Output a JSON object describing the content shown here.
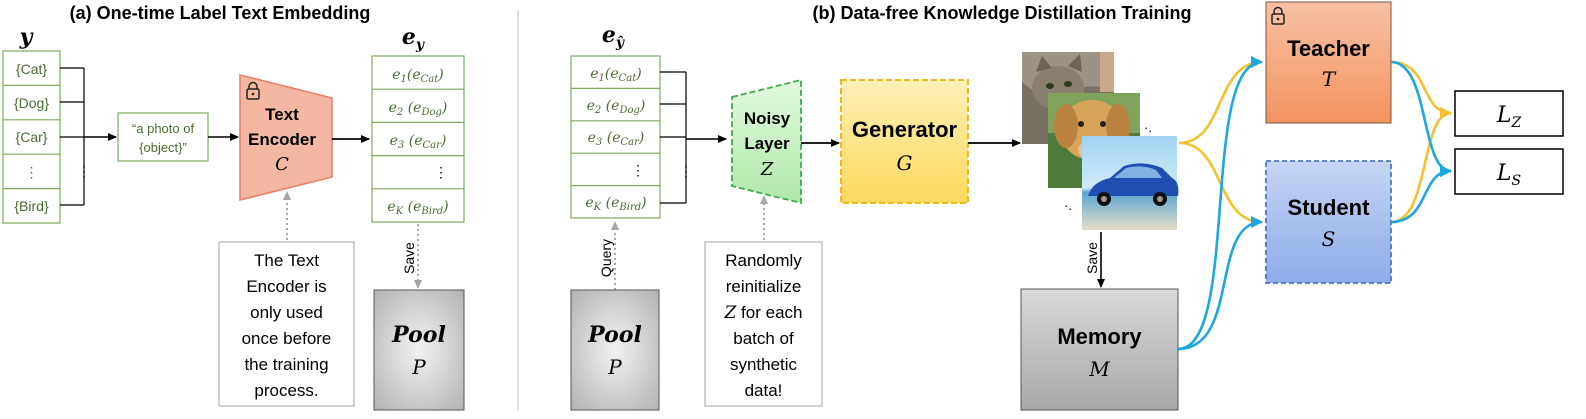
{
  "titles": {
    "part_a": "(a) One-time Label Text Embedding",
    "part_b": "(b) Data-free Knowledge Distillation Training"
  },
  "labels_column": {
    "symbol": "y",
    "items": [
      "{Cat}",
      "{Dog}",
      "{Car}",
      "⋮",
      "{Bird}"
    ]
  },
  "template": {
    "line1": "“a photo of",
    "line2": "{object}”"
  },
  "text_encoder": {
    "line1": "Text",
    "line2": "Encoder",
    "symbol": "C",
    "lock": "lock-icon"
  },
  "embedding_column_a": {
    "symbol": "e",
    "subscript": "y",
    "items": [
      {
        "e": "e",
        "k": "1",
        "label": "Cat"
      },
      {
        "e": "e",
        "k": "2",
        "label": "Dog"
      },
      {
        "e": "e",
        "k": "3",
        "label": "Car"
      },
      {
        "e": "",
        "k": "",
        "label": ""
      },
      {
        "e": "e",
        "k": "K",
        "label": "Bird"
      }
    ],
    "dots": "⋮"
  },
  "note_a": {
    "lines": [
      "The Text",
      "Encoder is",
      "only used",
      "once before",
      "the training",
      "process."
    ]
  },
  "save_label_a": "Save",
  "pool_a": {
    "title": "Pool",
    "symbol": "P"
  },
  "embedding_column_b": {
    "symbol": "e",
    "subscript": "ŷ",
    "items": [
      {
        "e": "e",
        "k": "1",
        "label": "Cat"
      },
      {
        "e": "e",
        "k": "2",
        "label": "Dog"
      },
      {
        "e": "e",
        "k": "3",
        "label": "Car"
      },
      {
        "e": "",
        "k": "",
        "label": ""
      },
      {
        "e": "e",
        "k": "K",
        "label": "Bird"
      }
    ],
    "dots": "⋮"
  },
  "query_label": "Query",
  "pool_b": {
    "title": "Pool",
    "symbol": "P"
  },
  "noisy_layer": {
    "line1": "Noisy",
    "line2": "Layer",
    "symbol": "Z"
  },
  "note_b": {
    "lines": [
      "Randomly",
      "reinitialize",
      "for each",
      "batch of",
      "synthetic",
      "data!"
    ],
    "symbol": "Z"
  },
  "generator": {
    "title": "Generator",
    "symbol": "G"
  },
  "images": [
    "cat-photo",
    "dog-photo",
    "car-photo"
  ],
  "save_label_b": "Save",
  "memory": {
    "title": "Memory",
    "symbol": "M"
  },
  "teacher": {
    "title": "Teacher",
    "symbol": "T",
    "lock": "lock-icon"
  },
  "student": {
    "title": "Student",
    "symbol": "S"
  },
  "loss_z": {
    "symbol": "L",
    "subscript": "Z"
  },
  "loss_s": {
    "symbol": "L",
    "subscript": "S"
  },
  "colors": {
    "green_border": "#7daa5c",
    "encoder_fill": "#f4b7a1",
    "encoder_border": "#e8826b",
    "noisy_fill": "#c9f2c5",
    "noisy_border": "#3eaa4a",
    "generator_fill": "#fde58a",
    "generator_border": "#e9b91f",
    "teacher_fill": "#f5a27c",
    "student_fill": "#a9c0ec",
    "student_border": "#4a78c4",
    "arrow_yellow": "#f4c02c",
    "arrow_blue": "#1da6e0",
    "dotted": "#a6a6a6"
  }
}
